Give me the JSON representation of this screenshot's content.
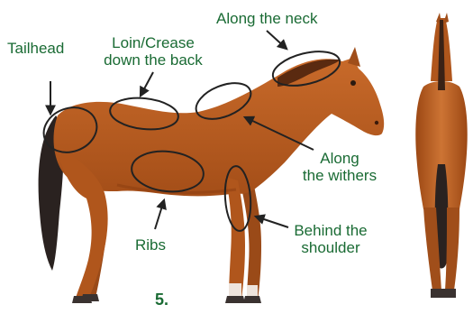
{
  "labels": {
    "tailhead": "Tailhead",
    "loin_line1": "Loin/Crease",
    "loin_line2": "down the back",
    "neck": "Along the neck",
    "withers_line1": "Along",
    "withers_line2": "the withers",
    "ribs": "Ribs",
    "shoulder_line1": "Behind the",
    "shoulder_line2": "shoulder"
  },
  "figure_number": "5.",
  "colors": {
    "label_text": "#1a6b34",
    "coat": "#b85a1e",
    "coat_dark": "#8a3c10",
    "mane_tail": "#2a2220",
    "hoof": "#3a3230",
    "marker": "#222222"
  },
  "icons": [
    "side-view-horse-illustration",
    "rear-view-horse-illustration",
    "marker-ellipse",
    "pointer-arrow"
  ]
}
